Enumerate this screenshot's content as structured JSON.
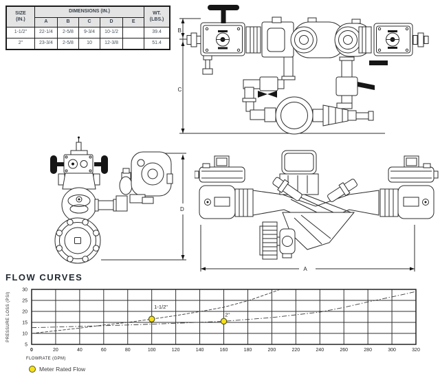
{
  "table": {
    "header": {
      "size": [
        "SIZE",
        "(IN.)"
      ],
      "dimensions": "DIMENSIONS (IN.)",
      "weight": [
        "WT.",
        "(LBS.)"
      ],
      "columns": [
        "A",
        "B",
        "C",
        "D",
        "E"
      ]
    },
    "rows": [
      [
        "1-1/2\"",
        "22-1/4",
        "2-5/8",
        "9-3/4",
        "10-1/2",
        "",
        "39.4"
      ],
      [
        "2\"",
        "23-3/4",
        "2-5/8",
        "10",
        "12-3/8",
        "",
        "51.4"
      ]
    ]
  },
  "drawings": {
    "front_view": {
      "dim_b": "B",
      "dim_c": "C"
    },
    "side_view": {
      "dim_d": "D"
    },
    "top_view": {
      "dim_a": "A"
    }
  },
  "chart_data": {
    "type": "line",
    "title": "FLOW CURVES",
    "xlabel": "FLOWRATE (GPM)",
    "ylabel": "PRESSURE LOSS (PSI)",
    "xlim": [
      0,
      320
    ],
    "ylim": [
      5,
      30
    ],
    "x_ticks": [
      0,
      20,
      40,
      60,
      80,
      100,
      120,
      140,
      160,
      180,
      200,
      220,
      240,
      260,
      280,
      300,
      320
    ],
    "y_ticks": [
      5,
      10,
      15,
      20,
      25,
      30
    ],
    "grid": true,
    "legend_position": "below-left",
    "series": [
      {
        "name": "1-1/2\"",
        "style": "dash",
        "x": [
          0,
          20,
          40,
          60,
          80,
          100,
          120,
          140,
          160,
          180,
          200,
          207
        ],
        "y": [
          10,
          11.2,
          12.4,
          13.8,
          15,
          16.5,
          18.1,
          19.9,
          21.9,
          24.8,
          28.6,
          30
        ]
      },
      {
        "name": "2\"",
        "style": "dash-dot",
        "x": [
          0,
          40,
          80,
          120,
          160,
          200,
          240,
          260,
          280,
          300,
          320
        ],
        "y": [
          12.6,
          13.2,
          13.8,
          14.6,
          15.5,
          17.2,
          19.7,
          21.8,
          24.3,
          26.6,
          29
        ]
      }
    ],
    "rated_flow_markers": [
      {
        "series": "1-1/2\"",
        "x": 100,
        "y": 16.5
      },
      {
        "series": "2\"",
        "x": 160,
        "y": 15.5
      }
    ],
    "annotations": [
      {
        "text": "1-1/2\"",
        "x": 102,
        "y": 21.2
      },
      {
        "text": "2\"",
        "x": 161,
        "y": 17.6
      }
    ]
  },
  "legend": {
    "label": "Meter Rated Flow",
    "marker_color": "#f6e01a"
  },
  "colors": {
    "line_art": "#2b2b2b",
    "title_navy": "#212a32",
    "marker_outline": "#55551a"
  }
}
